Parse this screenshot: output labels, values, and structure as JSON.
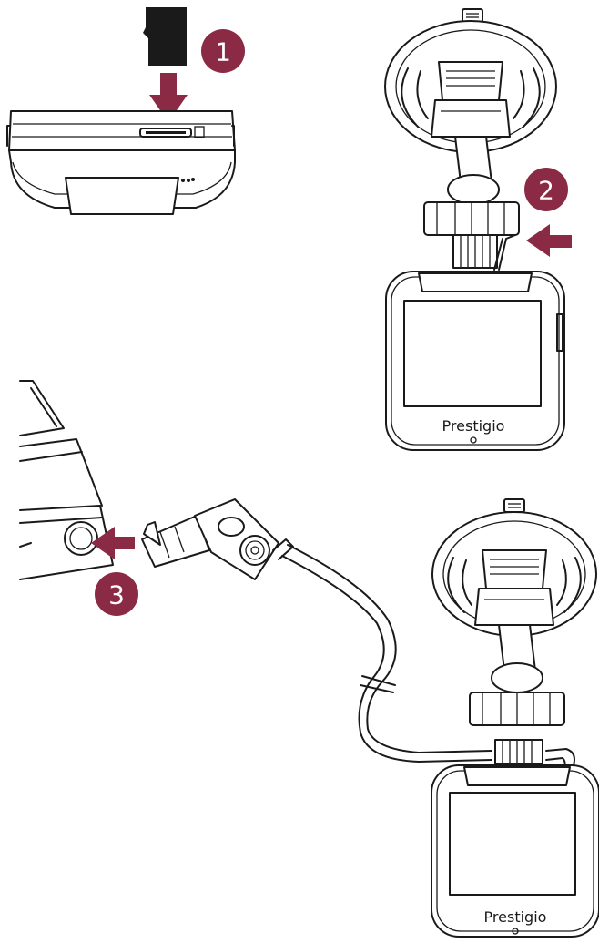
{
  "steps": [
    {
      "number": "1"
    },
    {
      "number": "2"
    },
    {
      "number": "3"
    }
  ],
  "brand": {
    "name": "Prestigio"
  },
  "colors": {
    "accent": "#8b2a45",
    "line": "#1a1a1a",
    "background": "#ffffff"
  }
}
